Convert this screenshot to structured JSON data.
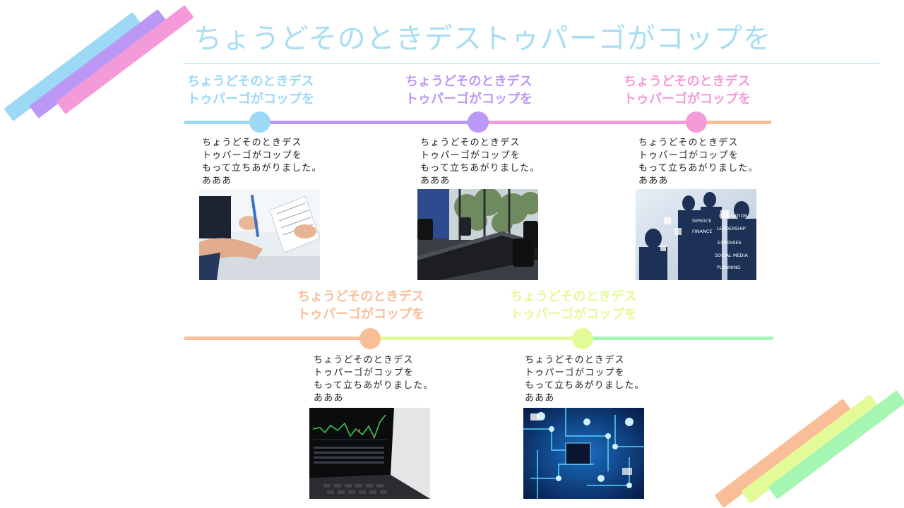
{
  "title": "ちょうどそのときデストゥパーゴがコップを",
  "colors": {
    "blue": "#9bd9f6",
    "purple": "#bb98f5",
    "pink": "#f59ad8",
    "orange": "#f9be98",
    "lime": "#e2fb98",
    "green": "#a6f6b3",
    "title": "#a8def3"
  },
  "items": [
    {
      "heading": "ちょうどそのときデス\nトゥパーゴがコップを",
      "text": "ちょうどそのときデス\nトゥパーゴがコップを\nもって立ちあがりました。\nあああ",
      "image": "business-documents-photo"
    },
    {
      "heading": "ちょうどそのときデス\nトゥパーゴがコップを",
      "text": "ちょうどそのときデス\nトゥパーゴがコップを\nもって立ちあがりました。\nあああ",
      "image": "meeting-room-photo"
    },
    {
      "heading": "ちょうどそのときデス\nトゥパーゴがコップを",
      "text": "ちょうどそのときデス\nトゥパーゴがコップを\nもって立ちあがりました。\nあああ",
      "image": "business-team-photo"
    },
    {
      "heading": "ちょうどそのときデス\nトゥパーゴがコップを",
      "text": "ちょうどそのときデス\nトゥパーゴがコップを\nもって立ちあがりました。\nあああ",
      "image": "stock-chart-laptop-photo"
    },
    {
      "heading": "ちょうどそのときデス\nトゥパーゴがコップを",
      "text": "ちょうどそのときデス\nトゥパーゴがコップを\nもって立ちあがりました。\nあああ",
      "image": "digital-network-photo"
    }
  ],
  "photo_labels": [
    "SERVICE",
    "LEADERSHIP",
    "FINANCE",
    "EXPENSES",
    "SOCIAL MEDIA",
    "INNOVATION",
    "PLANNING"
  ]
}
